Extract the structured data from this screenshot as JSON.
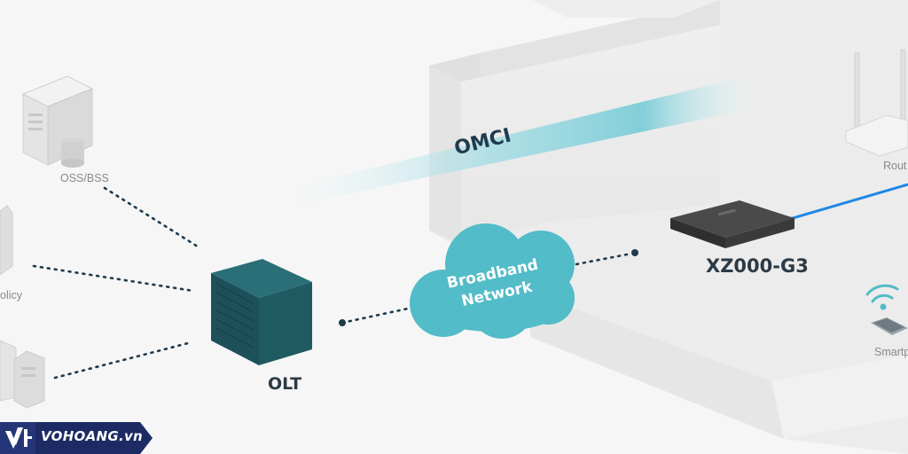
{
  "diagram": {
    "labels": {
      "oss_bss": "OSS/BSS",
      "policy": "olicy",
      "olt": "OLT",
      "broadband_line1": "Broadband",
      "broadband_line2": "Network",
      "omci": "OMCI",
      "onu": "XZ000-G3",
      "router": "Rout",
      "smartphone": "Smartp"
    },
    "colors": {
      "background": "#f6f6f6",
      "cloud": "#52bcc8",
      "olt": "#1f5a63",
      "omci_beam": "#8fd3dc",
      "link_blue": "#1e88e5",
      "dotted_line": "#1f3b4d"
    }
  },
  "brand": {
    "name": "VOHOANG.vn",
    "logo_icon": "vh-logo-icon",
    "colors": {
      "bar": "#1d2b64",
      "accent": "#ffffff"
    }
  }
}
